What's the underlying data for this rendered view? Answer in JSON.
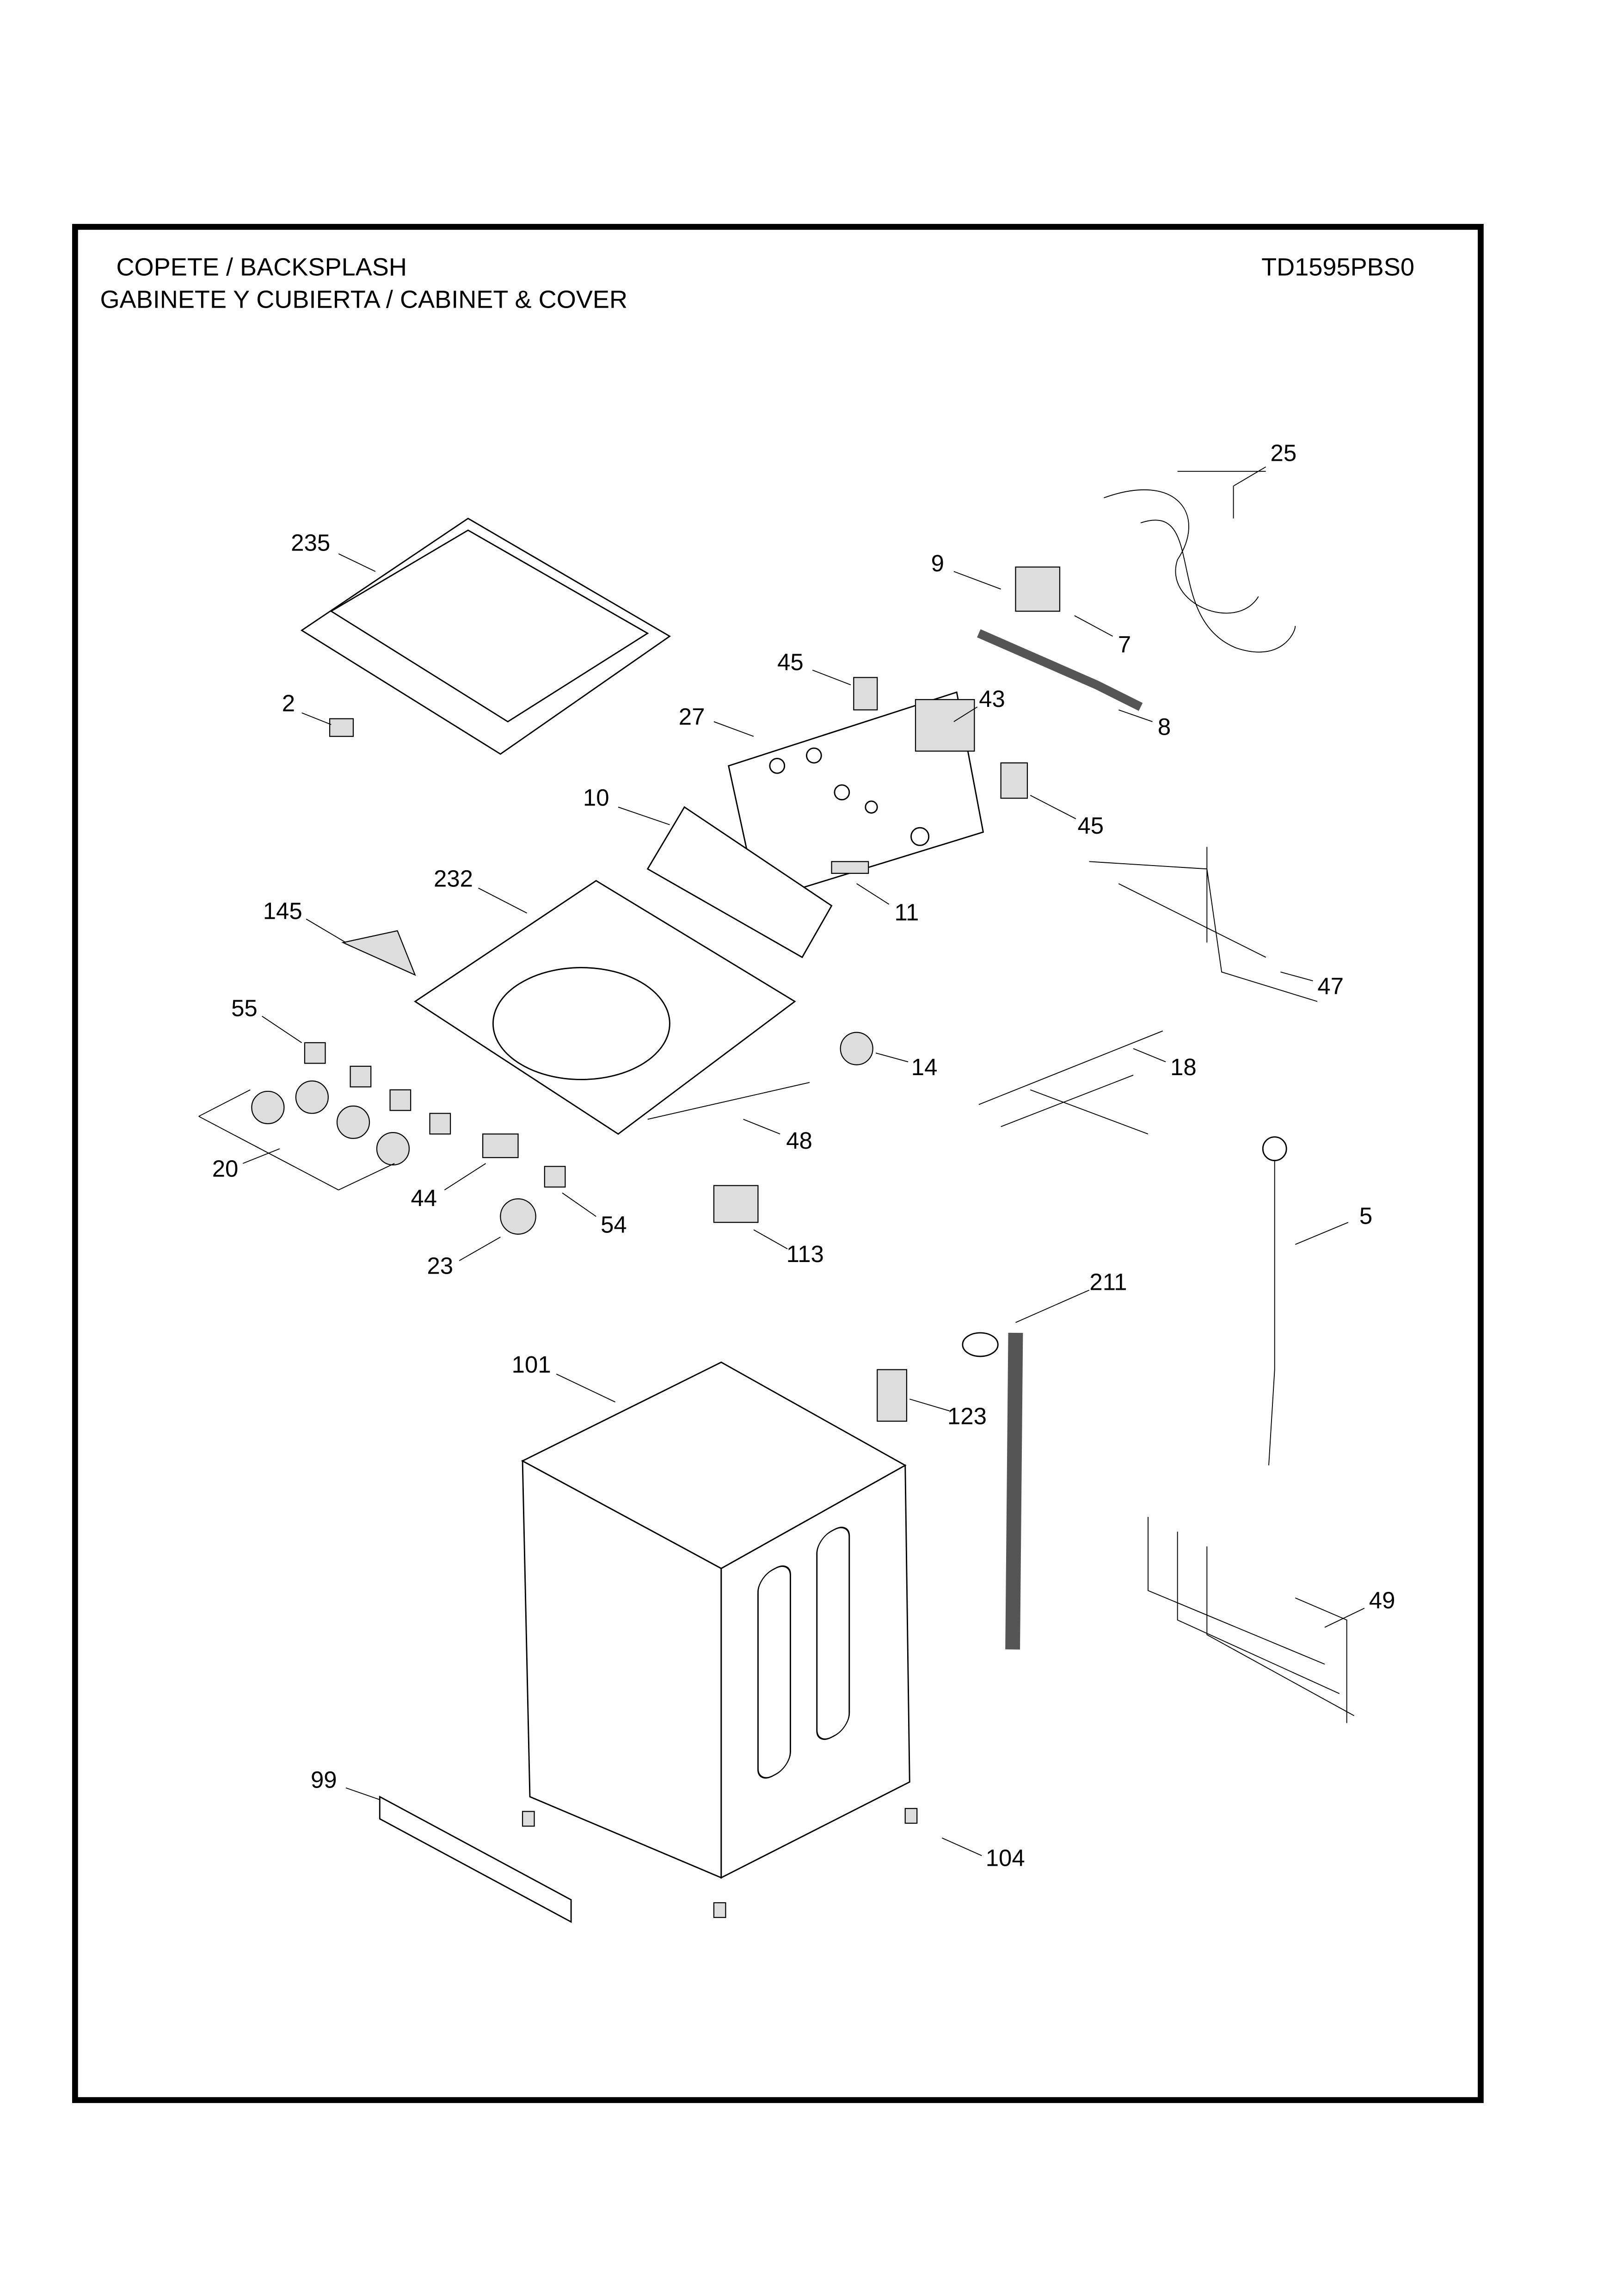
{
  "header": {
    "section_title_1": "COPETE / BACKSPLASH",
    "section_title_2": "GABINETE Y CUBIERTA / CABINET & COVER",
    "model": "TD1595PBS0"
  },
  "callouts": [
    "25",
    "235",
    "9",
    "7",
    "45",
    "2",
    "27",
    "43",
    "8",
    "10",
    "45",
    "232",
    "11",
    "145",
    "47",
    "55",
    "14",
    "18",
    "48",
    "20",
    "44",
    "54",
    "5",
    "113",
    "23",
    "211",
    "101",
    "123",
    "49",
    "99",
    "104"
  ]
}
